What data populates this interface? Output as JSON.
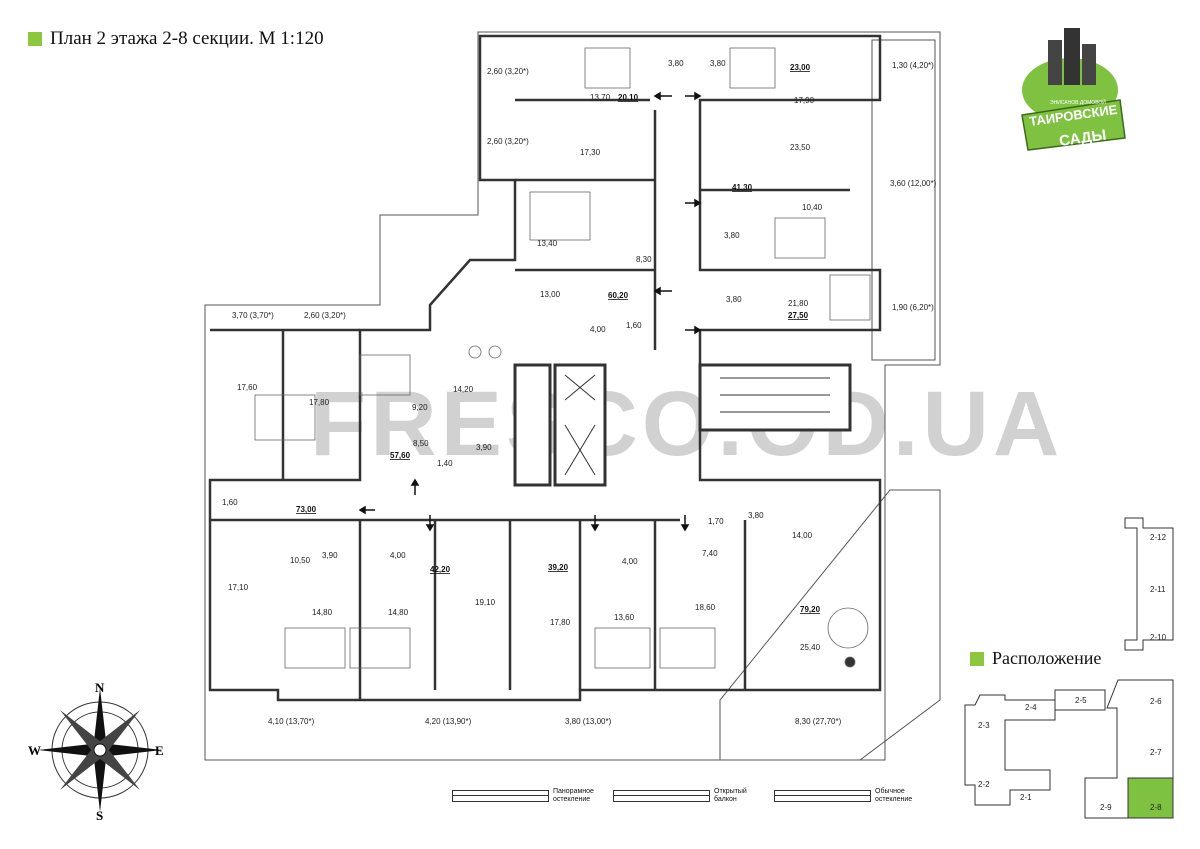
{
  "title": "План 2 этажа 2-8 секции. М 1:120",
  "brand": {
    "line1": "ТАИРОВСКИЕ",
    "line2": "САДЫ",
    "tag": "ЭНИСАНОВ ДОМОВОЙ"
  },
  "watermark": "FRESCO.OD.UA",
  "location_title": "Расположение",
  "legend": [
    {
      "label": "Панорамное остекление"
    },
    {
      "label": "Открытый балкон"
    },
    {
      "label": "Обычное остекление"
    }
  ],
  "compass": {
    "n": "N",
    "s": "S",
    "e": "E",
    "w": "W"
  },
  "rooms": [
    "2,60 (3,20*)",
    "13,70",
    "20,10",
    "3,80",
    "3,80",
    "23,00",
    "17,90",
    "1,30 (4,20*)",
    "2,60 (3,20*)",
    "17,30",
    "23,50",
    "41,30",
    "3,60 (12,00*)",
    "13,40",
    "10,40",
    "3,80",
    "8,30",
    "13,00",
    "60,20",
    "4,00",
    "1,60",
    "3,80",
    "21,80",
    "27,50",
    "1,90 (6,20*)",
    "3,70 (3,70*)",
    "2,60 (3,20*)",
    "17,60",
    "17,80",
    "9,20",
    "14,20",
    "8,50",
    "3,90",
    "57,60",
    "1,40",
    "73,00",
    "1,60",
    "10,50",
    "3,90",
    "4,00",
    "42,20",
    "39,20",
    "4,00",
    "7,40",
    "1,70",
    "3,80",
    "14,00",
    "17,10",
    "14,80",
    "14,80",
    "19,10",
    "17,80",
    "13,60",
    "18,60",
    "79,20",
    "25,40",
    "4,10 (13,70*)",
    "4,20 (13,90*)",
    "3,80 (13,00*)",
    "8,30 (27,70*)"
  ],
  "sections": [
    "2-12",
    "2-11",
    "2-10",
    "2-6",
    "2-7",
    "2-8",
    "2-9",
    "2-1",
    "2-2",
    "2-3",
    "2-4",
    "2-5"
  ],
  "colors": {
    "accent": "#8dc63f",
    "wall": "#333333",
    "highlight": "#7fc242"
  }
}
